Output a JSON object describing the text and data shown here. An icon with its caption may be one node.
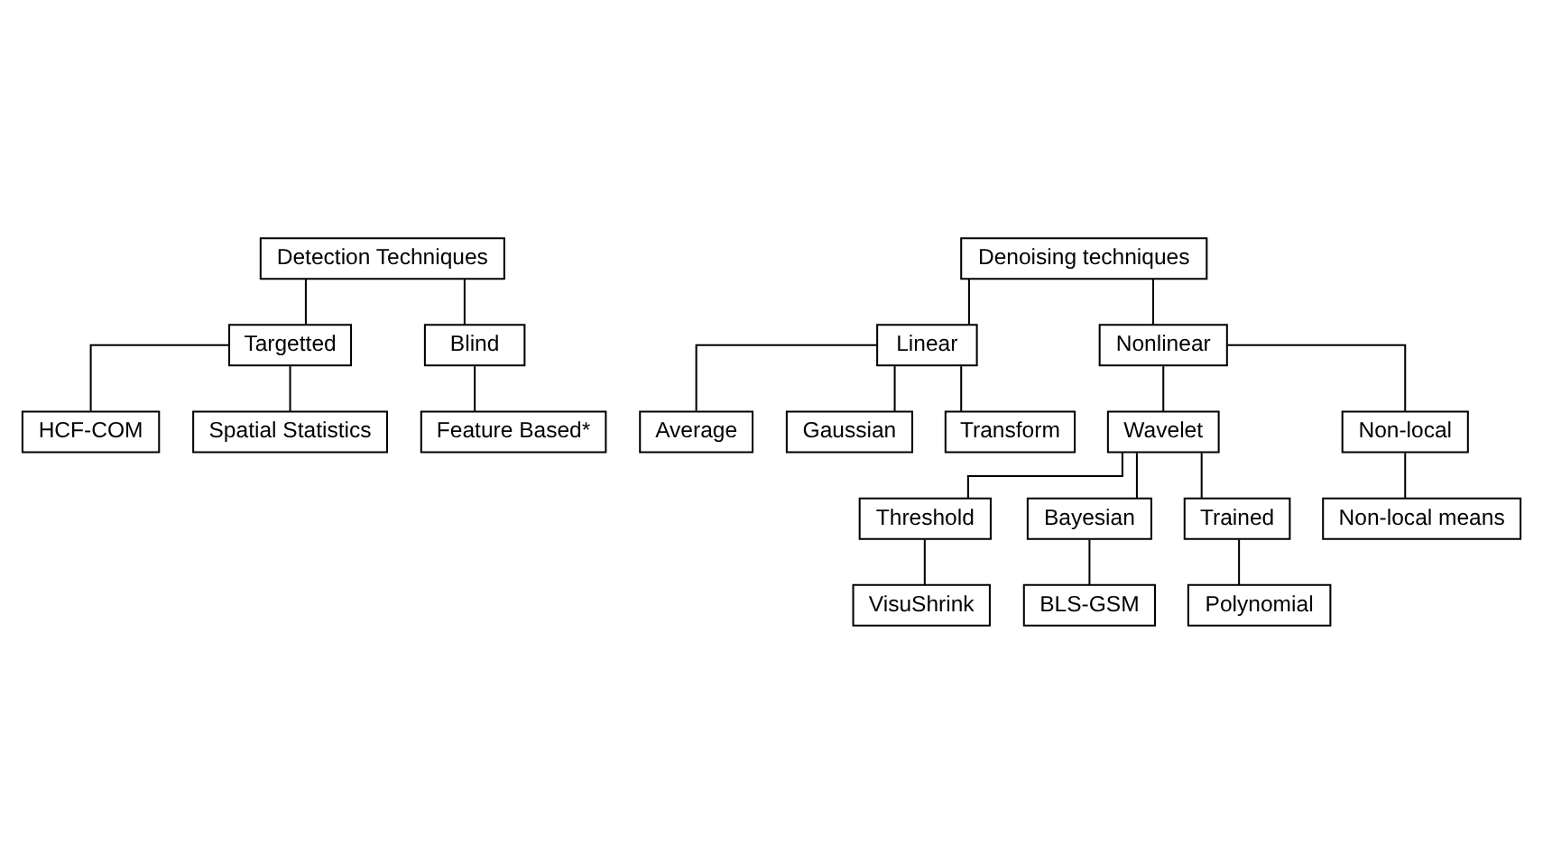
{
  "diagram": {
    "nodes": [
      {
        "text": [
          "Detection Techniques"
        ]
      },
      {
        "text": [
          "Targetted"
        ]
      },
      {
        "text": [
          "Blind"
        ]
      },
      {
        "text": [
          "HCF-COM"
        ]
      },
      {
        "text": [
          "Spatial Statistics"
        ]
      },
      {
        "text": [
          "Feature Based*"
        ]
      },
      {
        "text": [
          "Denoising techniques"
        ]
      },
      {
        "text": [
          "Linear"
        ]
      },
      {
        "text": [
          "Nonlinear"
        ]
      },
      {
        "text": [
          "Average"
        ]
      },
      {
        "text": [
          "Gaussian"
        ]
      },
      {
        "text": [
          "Transform"
        ]
      },
      {
        "text": [
          "Wavelet"
        ]
      },
      {
        "text": [
          "Non-local"
        ]
      },
      {
        "text": [
          "Threshold"
        ]
      },
      {
        "text": [
          "Bayesian"
        ]
      },
      {
        "text": [
          "Trained"
        ]
      },
      {
        "text": [
          "Non-local means"
        ]
      },
      {
        "text": [
          "VisuShrink"
        ]
      },
      {
        "text": [
          "BLS-GSM"
        ]
      },
      {
        "text": [
          "Polynomial"
        ]
      }
    ],
    "edges": [
      {
        "from": 0,
        "to": 1,
        "arrow": "none"
      },
      {
        "from": 0,
        "to": 2,
        "arrow": "none"
      },
      {
        "from": 1,
        "to": 3,
        "arrow": "none"
      },
      {
        "from": 1,
        "to": 4,
        "arrow": "none"
      },
      {
        "from": 2,
        "to": 5,
        "arrow": "none"
      },
      {
        "from": 6,
        "to": 7,
        "arrow": "none"
      },
      {
        "from": 6,
        "to": 8,
        "arrow": "none"
      },
      {
        "from": 7,
        "to": 9,
        "arrow": "none"
      },
      {
        "from": 7,
        "to": 10,
        "arrow": "none"
      },
      {
        "from": 7,
        "to": 11,
        "arrow": "none"
      },
      {
        "from": 8,
        "to": 12,
        "arrow": "none"
      },
      {
        "from": 8,
        "to": 13,
        "arrow": "none"
      },
      {
        "from": 12,
        "to": 14,
        "arrow": "none"
      },
      {
        "from": 12,
        "to": 15,
        "arrow": "none"
      },
      {
        "from": 12,
        "to": 16,
        "arrow": "none"
      },
      {
        "from": 13,
        "to": 17,
        "arrow": "none"
      },
      {
        "from": 14,
        "to": 18,
        "arrow": "none"
      },
      {
        "from": 15,
        "to": 19,
        "arrow": "none"
      },
      {
        "from": 16,
        "to": 20,
        "arrow": "none"
      }
    ]
  }
}
